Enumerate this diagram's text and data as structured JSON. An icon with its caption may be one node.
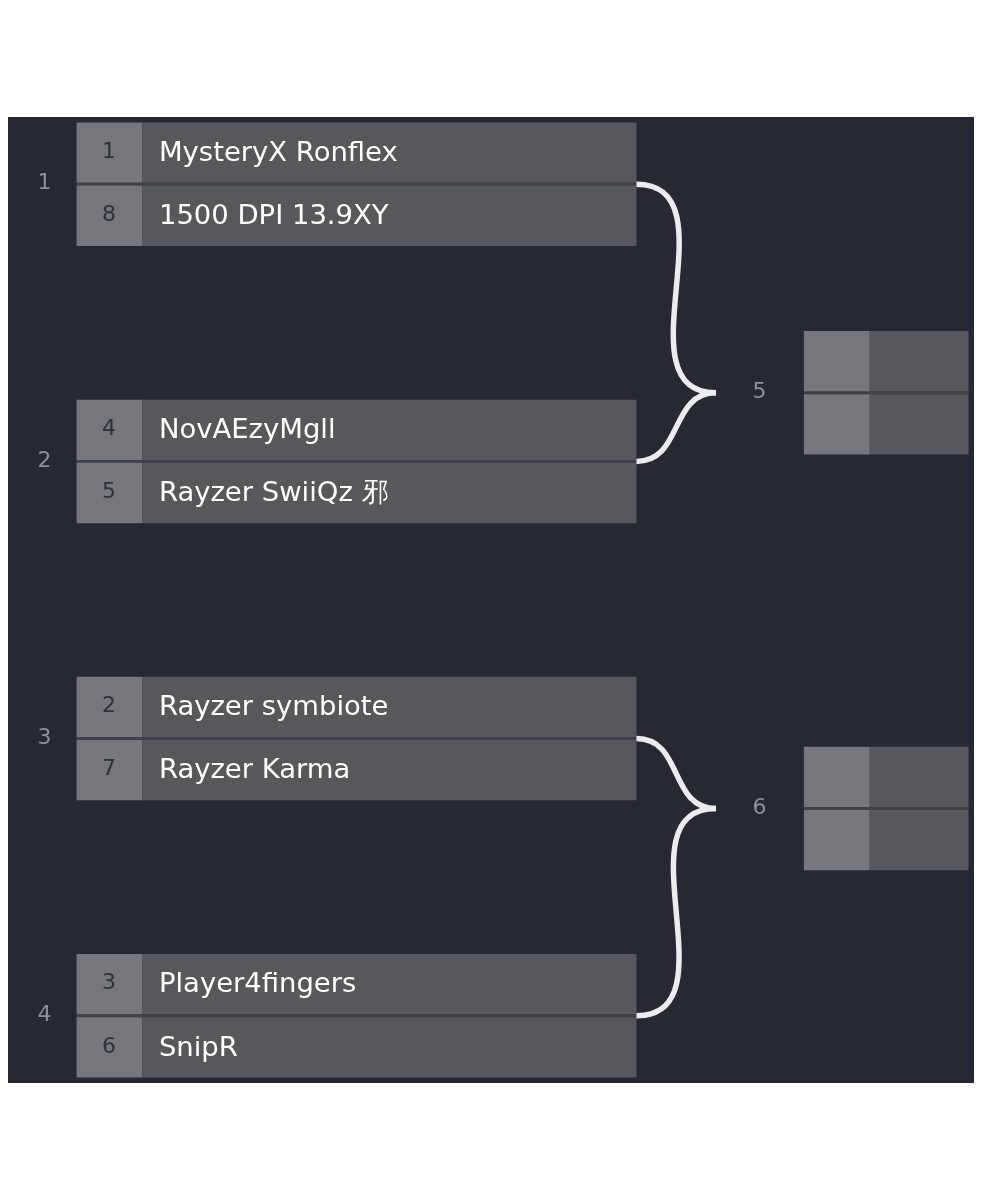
{
  "diagram": {
    "nodes": [
      {
        "text": [
          "1",
          "MysteryX Ronflex",
          "8",
          "1500 DPI 13.9XY"
        ],
        "beside": [
          "1"
        ]
      },
      {
        "text": [
          "4",
          "NovAEzyMgll",
          "5",
          "Rayzer SwiiQz 邪"
        ],
        "beside": [
          "2"
        ]
      },
      {
        "text": [
          "2",
          "Rayzer symbiote",
          "7",
          "Rayzer Karma"
        ],
        "beside": [
          "3"
        ]
      },
      {
        "text": [
          "3",
          "Player4fingers",
          "6",
          "SnipR"
        ],
        "beside": [
          "4"
        ]
      },
      {
        "text": [],
        "shape": "box",
        "beside": [
          "5"
        ]
      },
      {
        "text": [],
        "shape": "box",
        "beside": [
          "6"
        ]
      }
    ],
    "edges": [
      {
        "from": 0,
        "to": 4,
        "arrow": "none"
      },
      {
        "from": 1,
        "to": 4,
        "arrow": "none"
      },
      {
        "from": 2,
        "to": 5,
        "arrow": "none"
      },
      {
        "from": 3,
        "to": 5,
        "arrow": "none"
      }
    ]
  }
}
